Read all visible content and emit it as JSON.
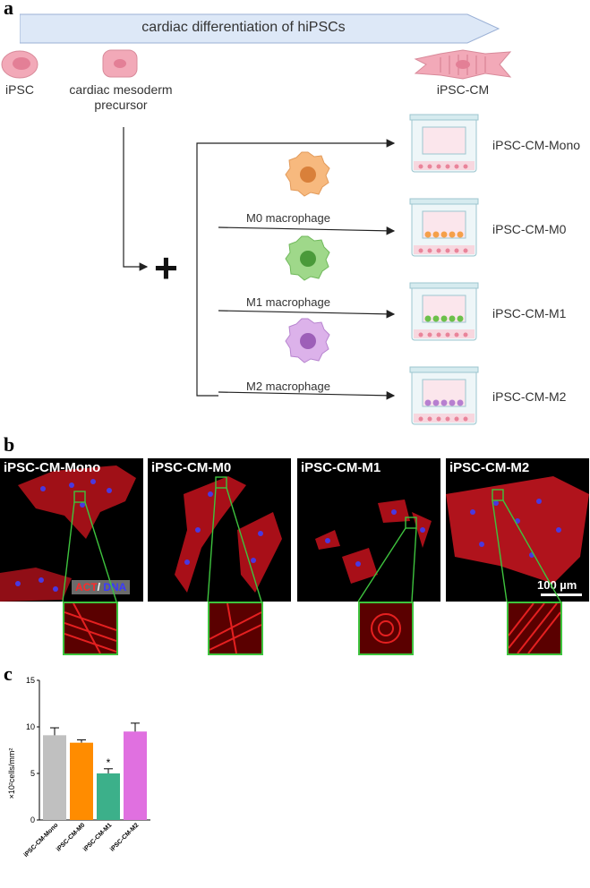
{
  "panels": {
    "a": "a",
    "b": "b",
    "c": "c"
  },
  "panel_a": {
    "arrow_title": "cardiac differentiation of hiPSCs",
    "ipsc_label": "iPSC",
    "mesoderm_label": "cardiac mesoderm precursor",
    "ipsc_cm_label": "iPSC-CM",
    "plus": "+",
    "macrophages": [
      "M0 macrophage",
      "M1 macrophage",
      "M2 macrophage"
    ],
    "conditions": [
      "iPSC-CM-Mono",
      "iPSC-CM-M0",
      "iPSC-CM-M1",
      "iPSC-CM-M2"
    ],
    "macrophage_colors": [
      "#f4a460",
      "#7cc36a",
      "#c486d6"
    ]
  },
  "panel_b": {
    "titles": [
      "iPSC-CM-Mono",
      "iPSC-CM-M0",
      "iPSC-CM-M1",
      "iPSC-CM-M2"
    ],
    "stain_act": "ACT",
    "stain_sep": "/ ",
    "stain_dna": "DNA",
    "scale_bar": "100 µm"
  },
  "chart_data": {
    "type": "bar",
    "categories": [
      "iPSC-CM-Mono",
      "iPSC-CM-M0",
      "iPSC-CM-M1",
      "iPSC-CM-M2"
    ],
    "values": [
      9.1,
      8.3,
      5.0,
      9.5
    ],
    "errors": [
      0.8,
      0.3,
      0.5,
      0.9
    ],
    "colors": [
      "#c0c0c0",
      "#ff8c00",
      "#3cb08a",
      "#e070e0"
    ],
    "annotations": [
      "",
      "",
      "*",
      ""
    ],
    "ylabel": "×10²cells/mm²",
    "ylim": [
      0,
      15
    ],
    "yticks": [
      0,
      5,
      10,
      15
    ],
    "xlabel": "",
    "title": ""
  }
}
